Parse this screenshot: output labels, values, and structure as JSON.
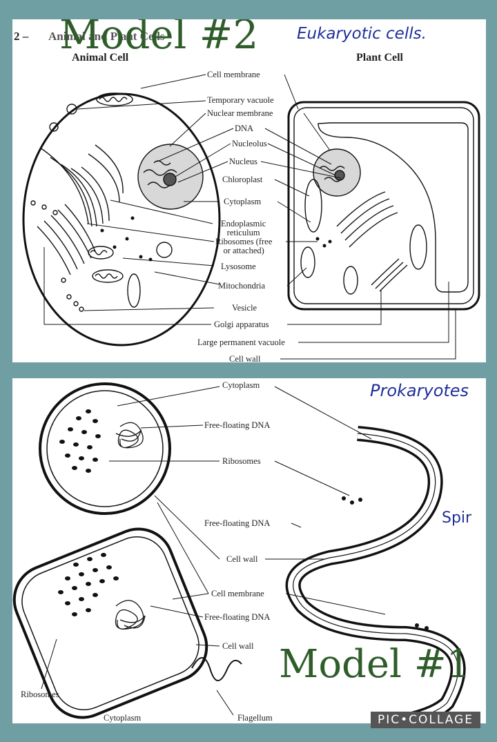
{
  "top_panel": {
    "header_number": "2 –",
    "header_text": "Animal and Plant Cells",
    "overlay_title": "Model #2",
    "handwritten_note": "Eukaryotic cells.",
    "animal_title": "Animal Cell",
    "plant_title": "Plant Cell",
    "labels": [
      "Cell membrane",
      "Temporary vacuole",
      "Nuclear membrane",
      "DNA",
      "Nucleolus",
      "Nucleus",
      "Chloroplast",
      "Cytoplasm",
      "Endoplasmic\nreticulum",
      "Ribosomes (free\nor attached)",
      "Lysosome",
      "Mitochondria",
      "Vesicle",
      "Golgi apparatus",
      "Large permanent vacuole",
      "Cell wall"
    ]
  },
  "bottom_panel": {
    "handwritten_note": "Prokaryotes",
    "handwritten_note_2": "Spir",
    "overlay_title": "Model #1",
    "labels": [
      "Cytoplasm",
      "Free-floating DNA",
      "Ribosomes",
      "Free-floating DNA",
      "Cell wall",
      "Cell membrane",
      "Free-floating DNA",
      "Cell wall",
      "Ribosomes",
      "Cytoplasm",
      "Flagellum"
    ]
  },
  "watermark": "PIC•COLLAGE"
}
